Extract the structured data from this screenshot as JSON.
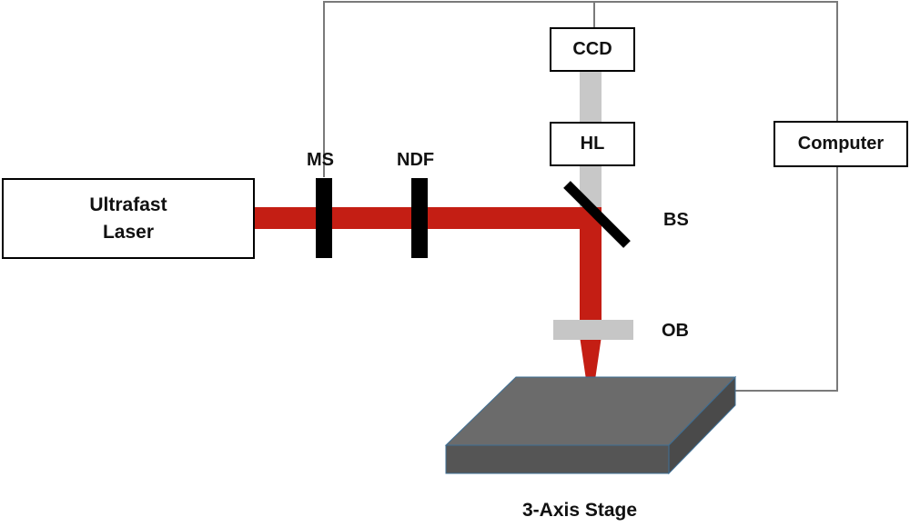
{
  "components": {
    "laser": "Ultrafast\nLaser",
    "ms": "MS",
    "ndf": "NDF",
    "ccd": "CCD",
    "hl": "HL",
    "bs": "BS",
    "ob": "OB",
    "computer": "Computer",
    "stage": "3-Axis Stage"
  },
  "colors": {
    "laser_beam": "#c41e14",
    "imaging_beam": "#c8c8c8",
    "optic_filter": "#000000",
    "objective": "#c6c6c6",
    "stage_top": "#6b6b6b",
    "stage_side": "#4a4a4a",
    "wire": "#7a7a7a"
  }
}
